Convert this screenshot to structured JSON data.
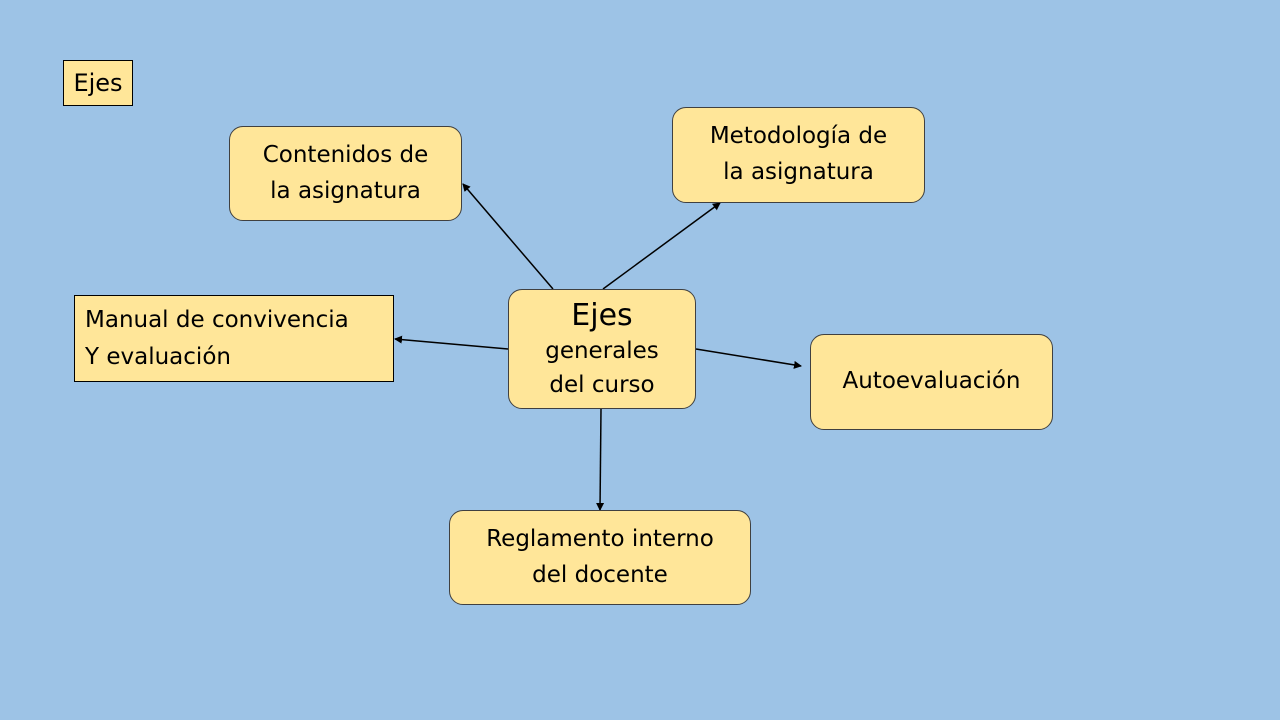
{
  "corner_label": "Ejes",
  "center": {
    "title": "Ejes",
    "subtitle": "generales\ndel curso"
  },
  "nodes": {
    "contenidos": "Contenidos de\nla asignatura",
    "metodologia": "Metodología de\nla asignatura",
    "manual": "Manual de convivencia\nY evaluación",
    "autoevaluacion": "Autoevaluación",
    "reglamento": "Reglamento interno\ndel docente"
  },
  "colors": {
    "background": "#9dc3e6",
    "node_fill": "#ffe699",
    "connector": "#000000"
  }
}
